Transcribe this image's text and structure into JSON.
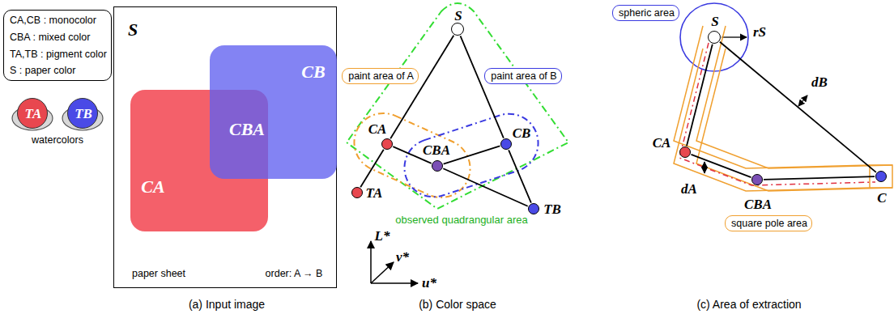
{
  "diagram": {
    "nodes": [
      {
        "text": [
          "CA,CB : monocolor",
          "CBA : mixed color",
          "TA,TB : pigment color",
          "S : paper color"
        ]
      },
      {
        "text": [
          "TA"
        ]
      },
      {
        "text": [
          "TB"
        ]
      },
      {
        "text": [
          "S",
          "paper sheet",
          "order: A → B"
        ]
      },
      {
        "text": [
          "CA"
        ],
        "in": 3
      },
      {
        "text": [
          "CB"
        ],
        "in": 3
      },
      {
        "text": [
          "paint area of A"
        ]
      },
      {
        "text": [
          "paint area of B"
        ]
      },
      {
        "text": [
          "S"
        ]
      },
      {
        "text": [
          "CA"
        ]
      },
      {
        "text": [
          "TA"
        ]
      },
      {
        "text": [
          "CBA"
        ]
      },
      {
        "text": [
          "CB"
        ]
      },
      {
        "text": [
          "TB"
        ]
      },
      {
        "text": [
          "spheric area"
        ]
      },
      {
        "text": [
          "S"
        ]
      },
      {
        "text": [
          "CA"
        ]
      },
      {
        "text": [
          "CBA"
        ]
      },
      {
        "text": [
          "C"
        ]
      },
      {
        "text": [
          "square pole area"
        ]
      }
    ],
    "edges": [
      {
        "from": 8,
        "to": 9,
        "arrow": "none"
      },
      {
        "from": 9,
        "to": 10,
        "arrow": "none"
      },
      {
        "from": 8,
        "to": 12,
        "arrow": "none"
      },
      {
        "from": 12,
        "to": 13,
        "arrow": "none"
      },
      {
        "from": 9,
        "to": 11,
        "arrow": "none"
      },
      {
        "from": 11,
        "to": 13,
        "arrow": "none"
      },
      {
        "from": 12,
        "to": 11,
        "arrow": "none"
      },
      {
        "from": 15,
        "to": 16,
        "arrow": "none"
      },
      {
        "from": 16,
        "to": 17,
        "arrow": "none"
      },
      {
        "from": 17,
        "to": 18,
        "arrow": "none"
      },
      {
        "from": 15,
        "to": 18,
        "arrow": "none"
      }
    ],
    "labels": [
      "CBA",
      "watercolors",
      "(a) Input image",
      "observed quadrangular area",
      "L*",
      "v*",
      "u*",
      "(b) Color space",
      "rS",
      "dB",
      "dA",
      "(c) Area of extraction"
    ]
  }
}
